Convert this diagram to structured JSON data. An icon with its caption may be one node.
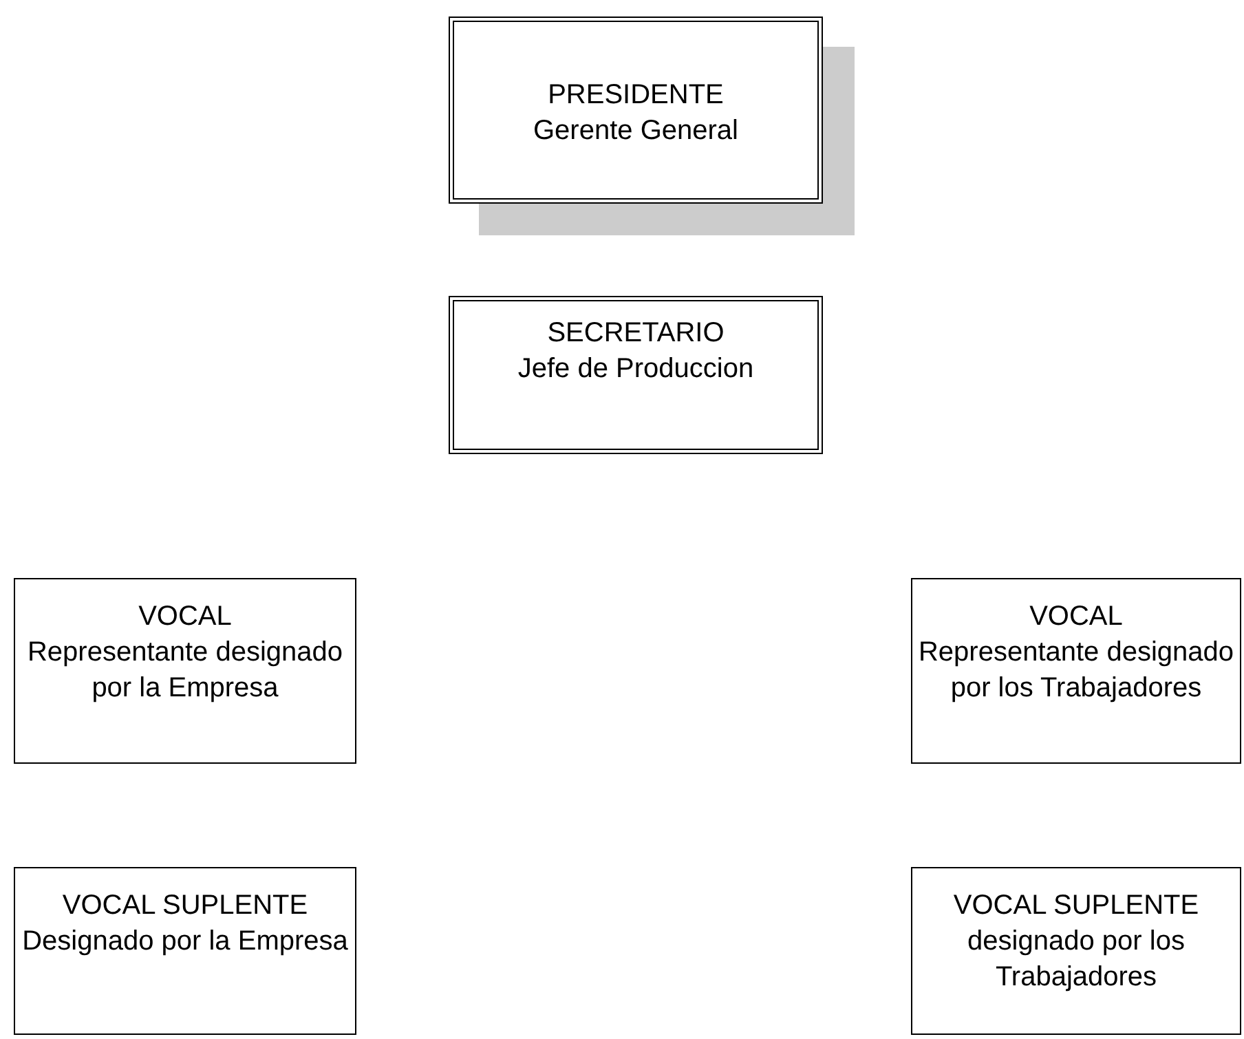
{
  "diagram": {
    "nodes": [
      {
        "text": [
          "PRESIDENTE",
          "Gerente General"
        ]
      },
      {
        "text": [
          "SECRETARIO",
          "Jefe de Produccion"
        ]
      },
      {
        "text": [
          "VOCAL",
          "Representante designado por la Empresa"
        ]
      },
      {
        "text": [
          "VOCAL",
          "Representante designado por los Trabajadores"
        ]
      },
      {
        "text": [
          "VOCAL SUPLENTE",
          "Designado por la Empresa"
        ]
      },
      {
        "text": [
          "VOCAL SUPLENTE",
          "designado por los Trabajadores"
        ]
      }
    ]
  }
}
